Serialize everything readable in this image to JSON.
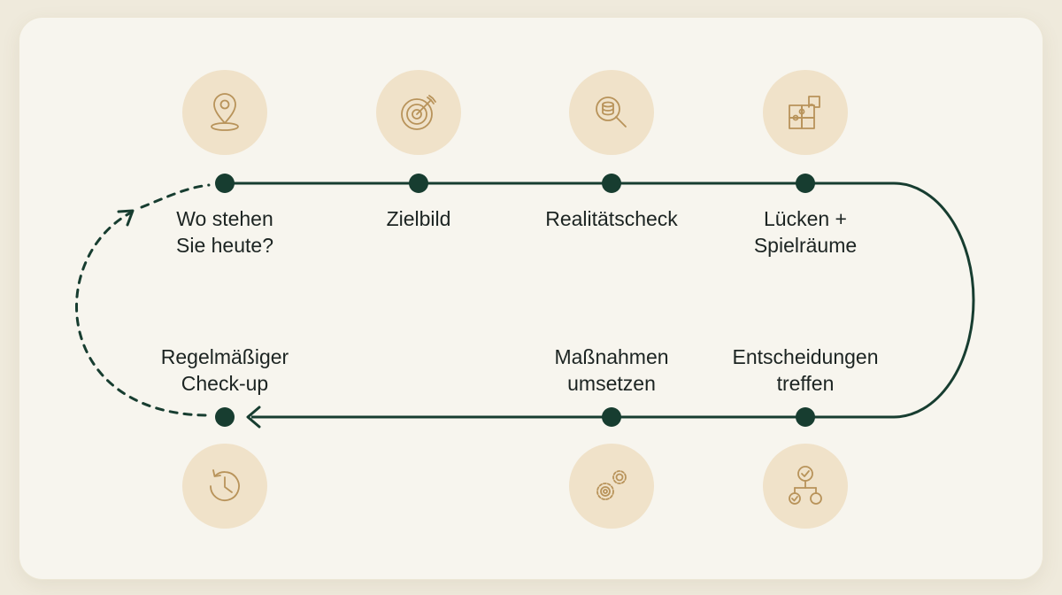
{
  "diagram": {
    "steps": [
      {
        "label": "Wo stehen\nSie heute?",
        "icon": "location-pin-icon"
      },
      {
        "label": "Zielbild",
        "icon": "target-icon"
      },
      {
        "label": "Realitätscheck",
        "icon": "database-search-icon"
      },
      {
        "label": "Lücken +\nSpielräume",
        "icon": "puzzle-icon"
      },
      {
        "label": "Entscheidungen\ntreffen",
        "icon": "decision-flow-icon"
      },
      {
        "label": "Maßnahmen\numsetzen",
        "icon": "gears-icon"
      },
      {
        "label": "Regelmäßiger\nCheck-up",
        "icon": "history-clock-icon"
      }
    ],
    "colors": {
      "line": "#173d30",
      "icon_bg": "#f0e2c9",
      "icon_stroke": "#b8935a",
      "card_bg": "#f7f5ee"
    }
  }
}
